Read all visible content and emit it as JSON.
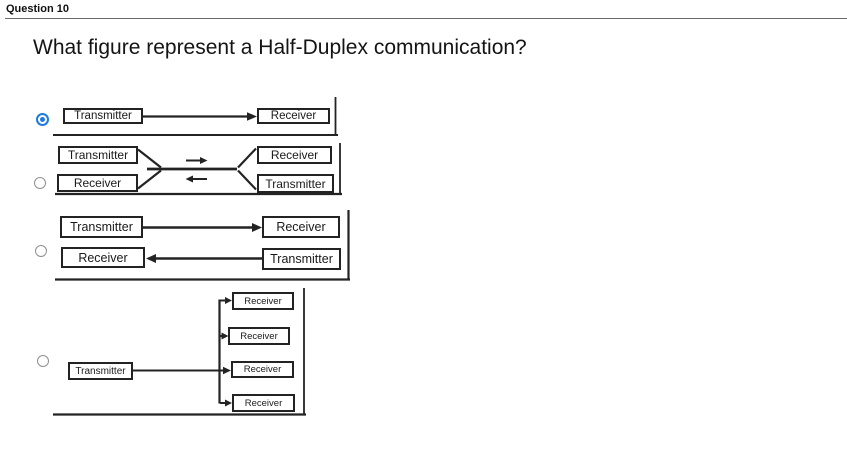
{
  "header": {
    "title": "Question 10"
  },
  "question": {
    "text": "What figure represent a Half-Duplex communication?"
  },
  "options": [
    {
      "selected": true,
      "figure_type": "simplex-one-way-arrow",
      "labels": {
        "tx": "Transmitter",
        "rx": "Receiver"
      }
    },
    {
      "selected": false,
      "figure_type": "shared-channel-two-direction-arrows",
      "labels": {
        "top_left": "Transmitter",
        "bottom_left": "Receiver",
        "top_right": "Receiver",
        "bottom_right": "Transmitter"
      }
    },
    {
      "selected": false,
      "figure_type": "two-separate-one-way-channels",
      "labels": {
        "row1_left": "Transmitter",
        "row1_right": "Receiver",
        "row2_left": "Receiver",
        "row2_right": "Transmitter"
      }
    },
    {
      "selected": false,
      "figure_type": "broadcast-one-transmitter-four-receivers",
      "labels": {
        "tx": "Transmitter",
        "rx1": "Receiver",
        "rx2": "Receiver",
        "rx3": "Receiver",
        "rx4": "Receiver"
      }
    }
  ],
  "colors": {
    "radio_selected": "#1f7ae0",
    "radio_border": "#8f8f8f",
    "diagram_ink": "#232323",
    "header_rule": "#6b6b6b",
    "page_text": "#141414"
  }
}
